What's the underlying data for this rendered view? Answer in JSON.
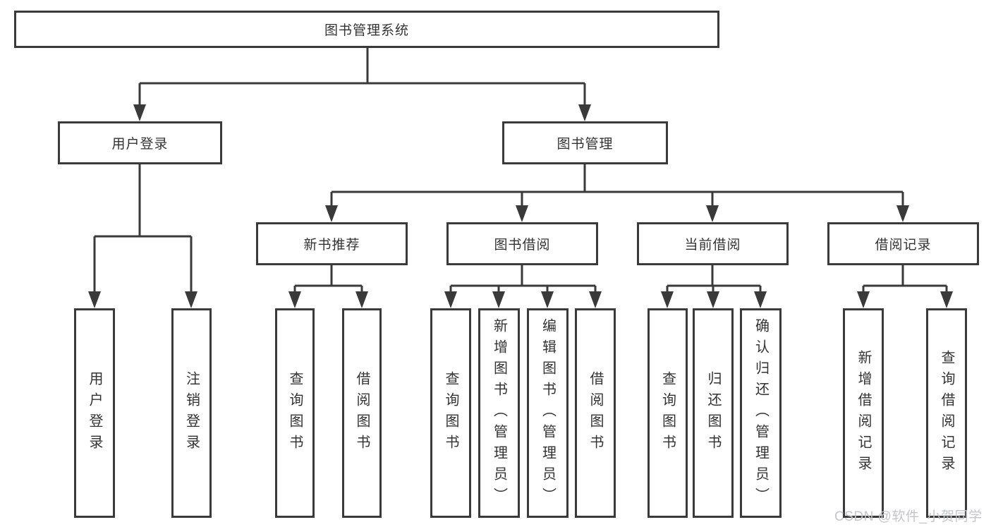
{
  "diagram": {
    "root": "图书管理系统",
    "branches": {
      "user": "用户登录",
      "book": "图书管理"
    },
    "modules": {
      "recommend": "新书推荐",
      "borrow": "图书借阅",
      "current": "当前借阅",
      "record": "借阅记录"
    },
    "leaves": {
      "user": [
        "用户登录",
        "注销登录"
      ],
      "recommend": [
        "查询图书",
        "借阅图书"
      ],
      "borrow": [
        "查询图书",
        "新增图书（管理员）",
        "编辑图书（管理员）",
        "借阅图书"
      ],
      "current": [
        "查询图书",
        "归还图书",
        "确认归还（管理员）"
      ],
      "record": [
        "新增借阅记录",
        "查询借阅记录"
      ]
    }
  },
  "watermark": "CSDN @软件_小贺同学",
  "colors": {
    "line": "#3a3a3a",
    "text": "#333333",
    "watermark": "#c3c6c8"
  }
}
